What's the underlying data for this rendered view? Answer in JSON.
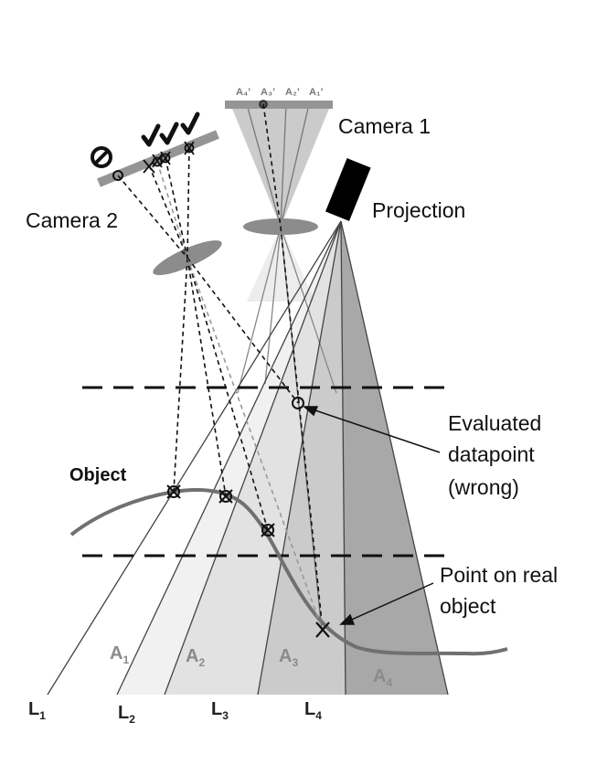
{
  "labels": {
    "camera1": "Camera 1",
    "camera2": "Camera 2",
    "projection": "Projection",
    "object": "Object",
    "evaluated_line1": "Evaluated",
    "evaluated_line2": "datapoint",
    "evaluated_line3": "(wrong)",
    "realpoint_line1": "Point on real",
    "realpoint_line2": "object"
  },
  "areas": [
    {
      "base": "A",
      "sub": "1"
    },
    {
      "base": "A",
      "sub": "2"
    },
    {
      "base": "A",
      "sub": "3"
    },
    {
      "base": "A",
      "sub": "4"
    }
  ],
  "lines": [
    {
      "base": "L",
      "sub": "1"
    },
    {
      "base": "L",
      "sub": "2"
    },
    {
      "base": "L",
      "sub": "3"
    },
    {
      "base": "L",
      "sub": "4"
    }
  ],
  "sensor_labels": [
    "A₄’",
    "A₃’",
    "A₂’",
    "A₁’"
  ],
  "colors": {
    "area1": "#f1f1f1",
    "area2": "#e2e2e2",
    "area3": "#cbcbcb",
    "area4": "#a8a8a8",
    "lens": "#8c8c8c",
    "sensor": "#959595",
    "projector": "#000000",
    "object_curve": "#707070"
  },
  "icons": {
    "valid_marks": "check-mark-icon",
    "invalid_mark": "prohibited-icon"
  }
}
